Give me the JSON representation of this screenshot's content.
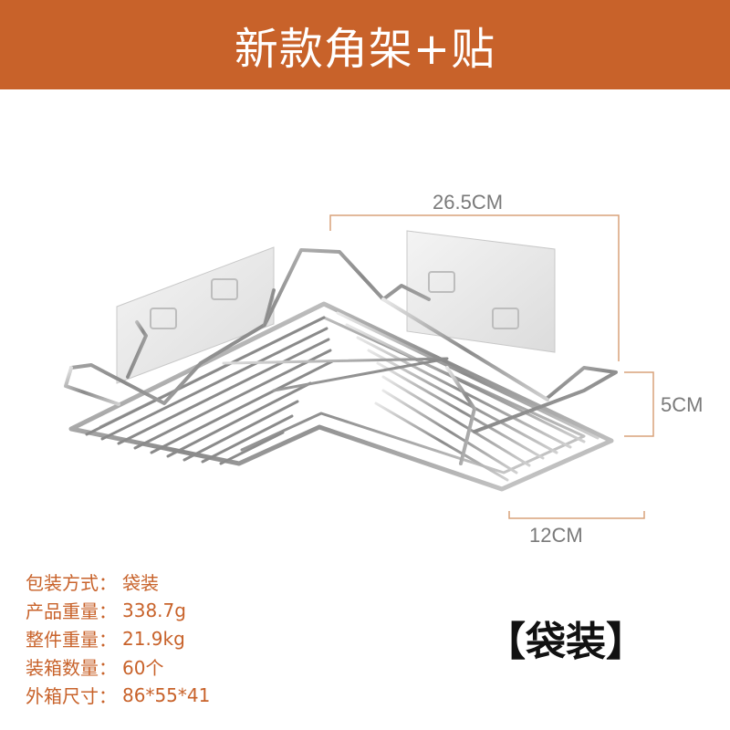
{
  "banner": {
    "title": "新款角架+贴"
  },
  "dimensions": {
    "width": "26.5CM",
    "height": "5CM",
    "depth": "12CM"
  },
  "specs": [
    {
      "label": "包装方式：",
      "value": "袋装"
    },
    {
      "label": "产品重量：",
      "value": "338.7g"
    },
    {
      "label": "整件重量：",
      "value": "21.9kg"
    },
    {
      "label": "装箱数量：",
      "value": "60个"
    },
    {
      "label": "外箱尺寸：",
      "value": "86*55*41"
    }
  ],
  "badge": {
    "text": "【袋装】"
  },
  "colors": {
    "banner": "#C8622A",
    "dimension_line": "#D9A27A",
    "spec_text": "#C8622A"
  }
}
